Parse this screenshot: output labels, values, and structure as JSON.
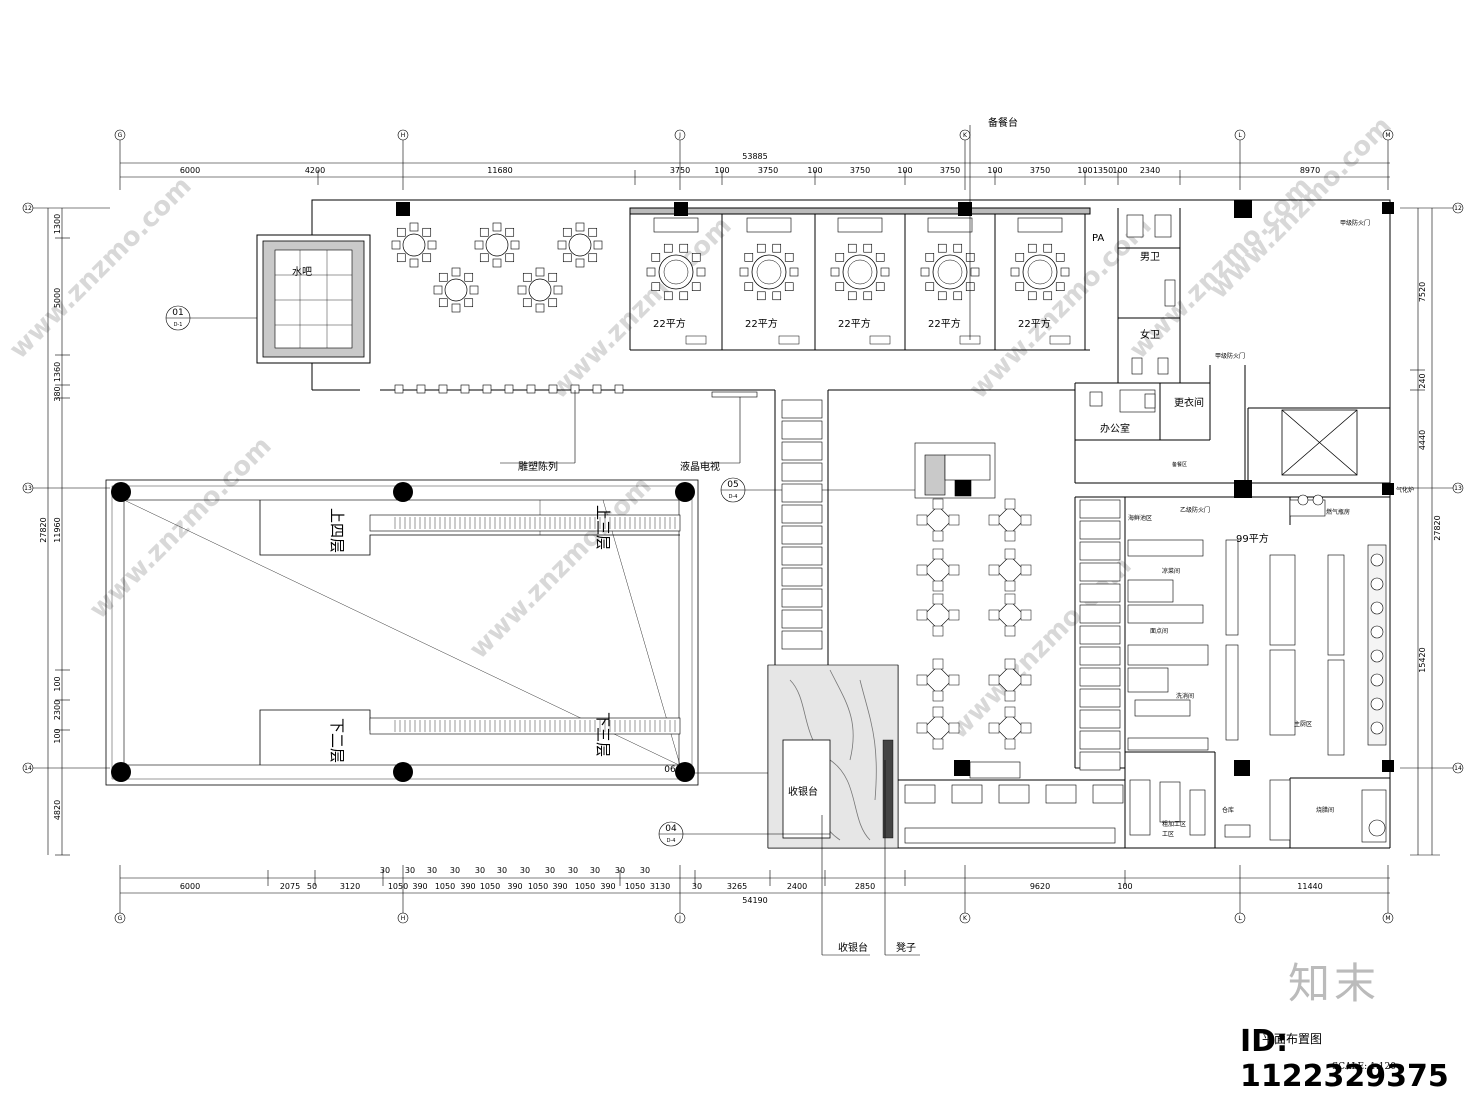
{
  "grid": {
    "top_labels": [
      "G",
      "H",
      "J",
      "K",
      "L",
      "M"
    ],
    "bottom_labels": [
      "G",
      "H",
      "J",
      "K",
      "L",
      "M"
    ],
    "left_labels": [
      "12",
      "13",
      "14"
    ],
    "right_labels": [
      "12",
      "13",
      "14"
    ]
  },
  "dims": {
    "top_total": "53885",
    "top_segments": [
      "6000",
      "4200",
      "11680",
      "3750",
      "100",
      "3750",
      "100",
      "3750",
      "100",
      "3750",
      "100",
      "3750",
      "100",
      "1350",
      "100",
      "2340",
      "8970"
    ],
    "bottom_total": "54190",
    "bottom_segments": [
      "6000",
      "2075",
      "50",
      "3120",
      "30",
      "1050",
      "30",
      "390",
      "30",
      "1050",
      "30",
      "390",
      "30",
      "1050",
      "30",
      "390",
      "30",
      "1050",
      "30",
      "390",
      "30",
      "1050",
      "30",
      "390",
      "30",
      "1050",
      "30",
      "3130",
      "30",
      "3265",
      "2400",
      "2850",
      "9620",
      "100",
      "11440"
    ],
    "left_segments": [
      "1300",
      "5000",
      "1360",
      "380",
      "27820",
      "11960",
      "100",
      "2300",
      "100",
      "4820"
    ],
    "right_segments": [
      "7520",
      "240",
      "4440",
      "27820",
      "15420"
    ]
  },
  "labels": {
    "water_bar": "水吧",
    "serving_station": "备餐台",
    "private_room_area": "22平方",
    "pa": "PA",
    "mens_room": "男卫",
    "womens_room": "女卫",
    "fire_door_a": "甲级防火门",
    "fire_door_a2": "甲级防火门",
    "fire_door_b": "乙级防火门",
    "office": "办公室",
    "locker_room": "更衣间",
    "standby": "备餐区",
    "sculpture": "雕塑陈列",
    "lcd_tv": "液晶电视",
    "up_floor": "上四层",
    "up_floor_arrow": "上三层",
    "down_floor": "下二层",
    "down_floor_arrow": "下三层",
    "cashier_box": "收银台",
    "cashier_leader": "收银台",
    "stool": "凳子",
    "kitchen_area": "99平方",
    "seafood": "海鲜池区",
    "cold_dish": "凉菜间",
    "pastry": "面点间",
    "wash": "洗消间",
    "main_kitchen": "主厨区",
    "warehouse": "仓库",
    "rough_process": "粗加工区",
    "rough_process2": "工区",
    "gas_room": "燃气瓶房",
    "gas_stove": "气化炉",
    "roast_room": "烧腊间"
  },
  "markers": {
    "m01": "01",
    "m01_sub": "D-1",
    "m05": "05",
    "m05_sub": "D-4",
    "m04": "04",
    "m04_sub": "D-4",
    "m06": "06"
  },
  "watermark": "www.znzmo.com",
  "brand_mark": "知末",
  "id_tag": "ID: 1122329375",
  "plan_title": "平面布置图",
  "scale": "SCALE: 1:120"
}
